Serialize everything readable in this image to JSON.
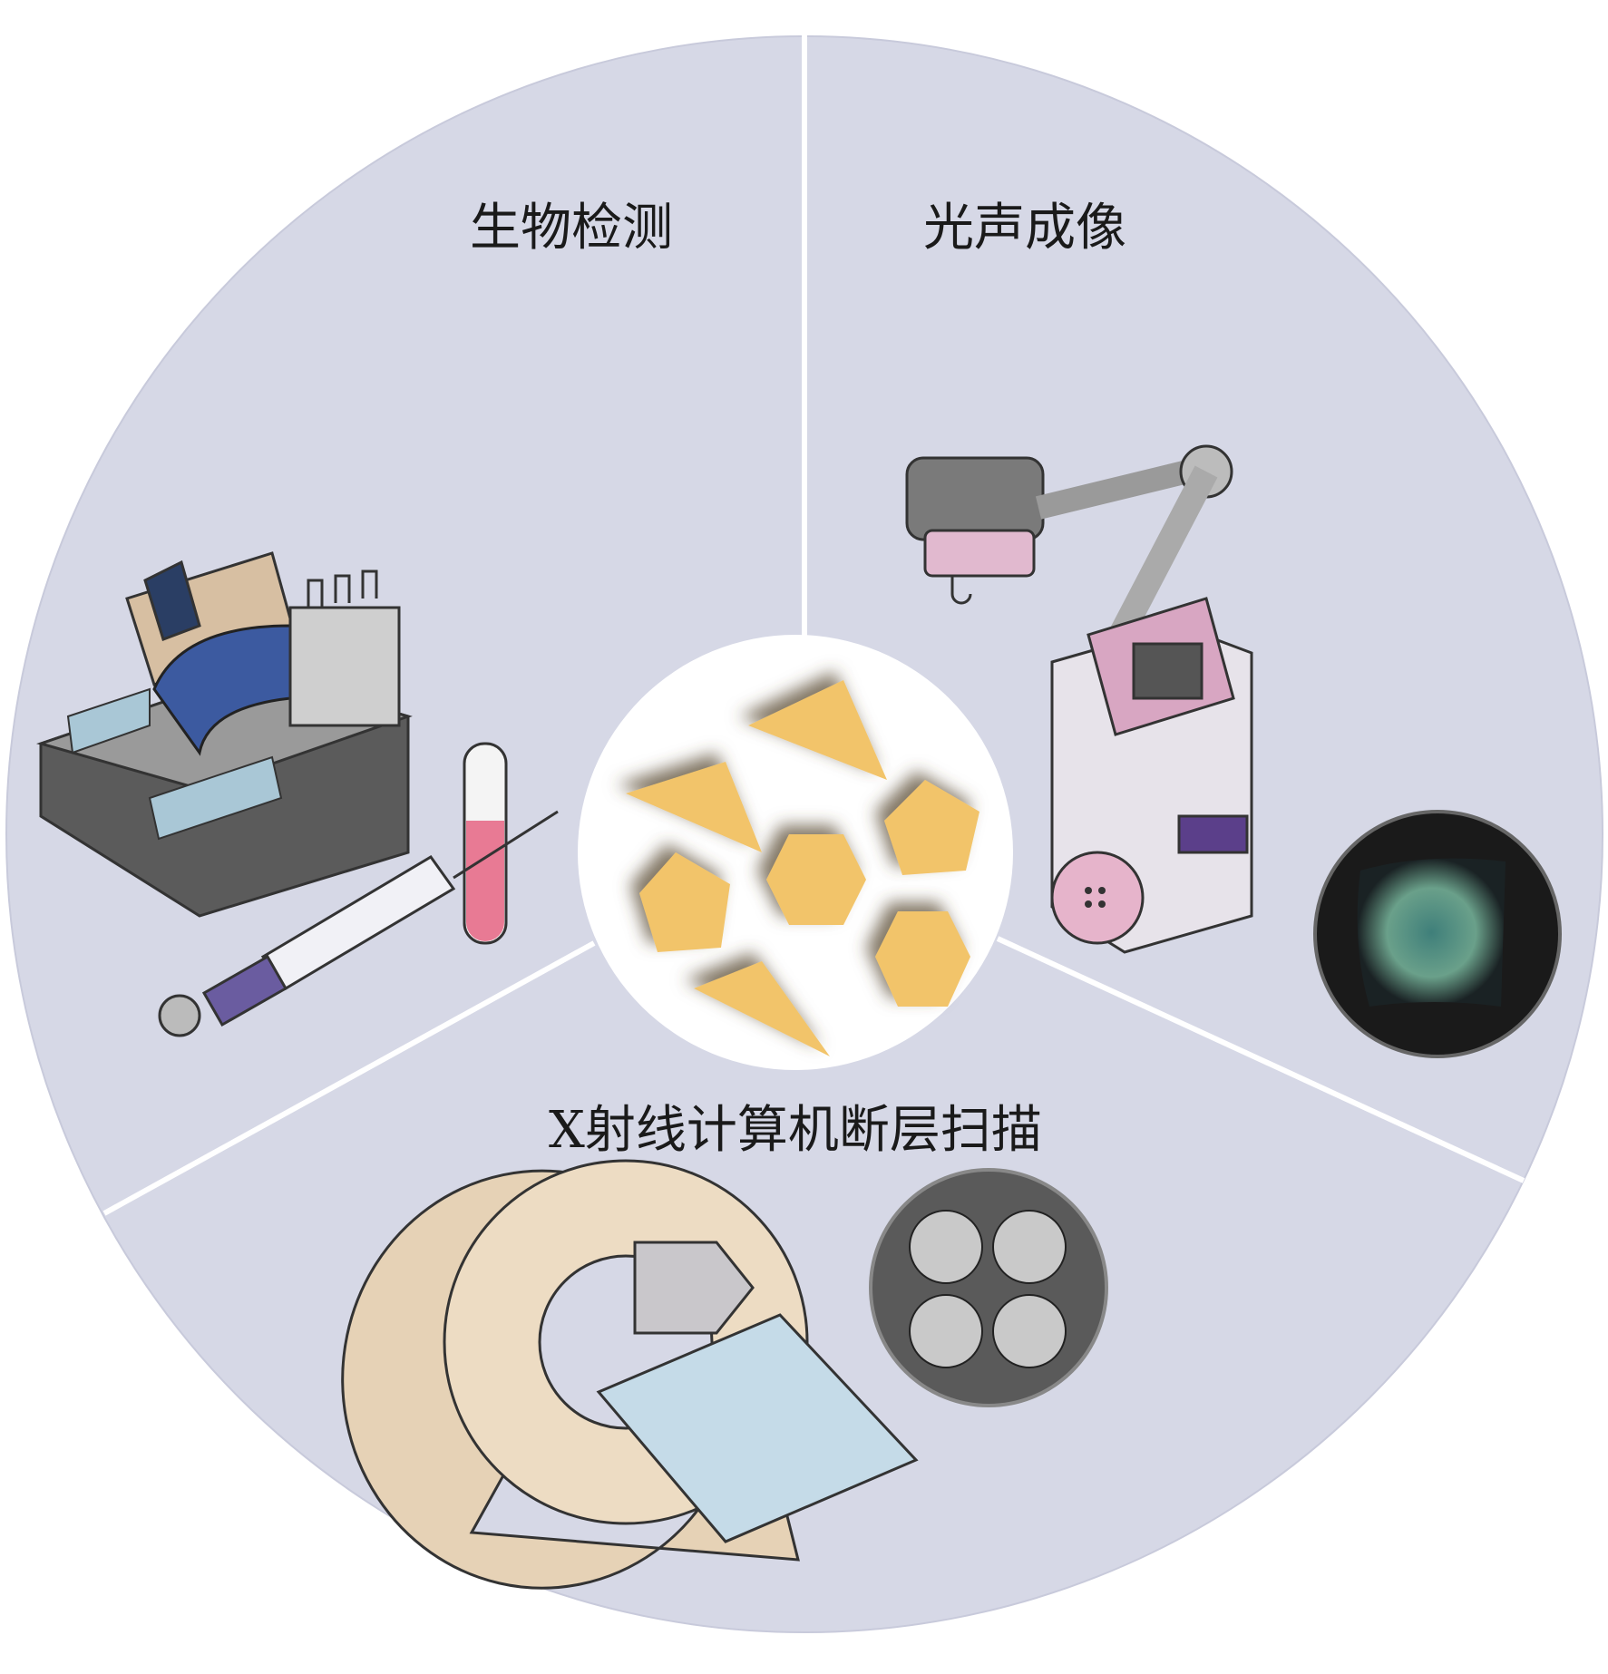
{
  "sections": {
    "biodetection": {
      "label": "生物检测"
    },
    "photoacoustic": {
      "label": "光声成像"
    },
    "ct": {
      "label": "X射线计算机断层扫描"
    }
  },
  "colors": {
    "background": "#d6d8e6",
    "divider": "#ffffff",
    "nanoparticle": "#f2c46a",
    "center": "#ffffff"
  }
}
